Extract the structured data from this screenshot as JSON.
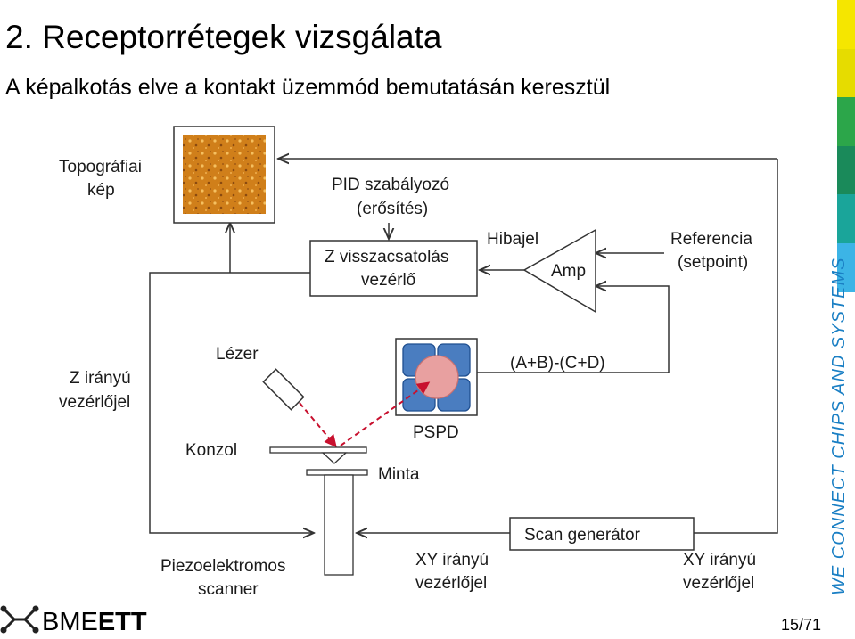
{
  "title": "2. Receptorrétegek vizsgálata",
  "subtitle": "A képalkotás elve a kontakt üzemmód bemutatásán keresztül",
  "diagram": {
    "topo_label_1": "Topográfiai",
    "topo_label_2": "kép",
    "pid_label_1": "PID szabályozó",
    "pid_label_2": "(erősítés)",
    "zfb_label_1": "Z visszacsatolás",
    "zfb_label_2": "vezérlő",
    "error_label": "Hibajel",
    "amp_label": "Amp",
    "ref_label_1": "Referencia",
    "ref_label_2": "(setpoint)",
    "laser_label": "Lézer",
    "z_ctrl_1": "Z irányú",
    "z_ctrl_2": "vezérlőjel",
    "signal_label": "(A+B)-(C+D)",
    "pspd_label": "PSPD",
    "cantilever_label": "Konzol",
    "sample_label": "Minta",
    "scan_label": "Scan generátor",
    "piezo_1": "Piezoelektromos",
    "piezo_2": "scanner",
    "xy_left_1": "XY irányú",
    "xy_left_2": "vezérlőjel",
    "xy_right_1": "XY irányú",
    "xy_right_2": "vezérlőjel"
  },
  "tagline": "WE CONNECT CHIPS AND SYSTEMS",
  "logo": {
    "text_light": "BME",
    "text_bold": "ETT"
  },
  "page": {
    "current": "15",
    "total": "/71"
  },
  "colors": {
    "accent_blue": "#1a7fc4",
    "laser_red": "#c8102e",
    "pspd_blue": "#4a7dc0",
    "spot_pink": "#e8a0a0"
  }
}
